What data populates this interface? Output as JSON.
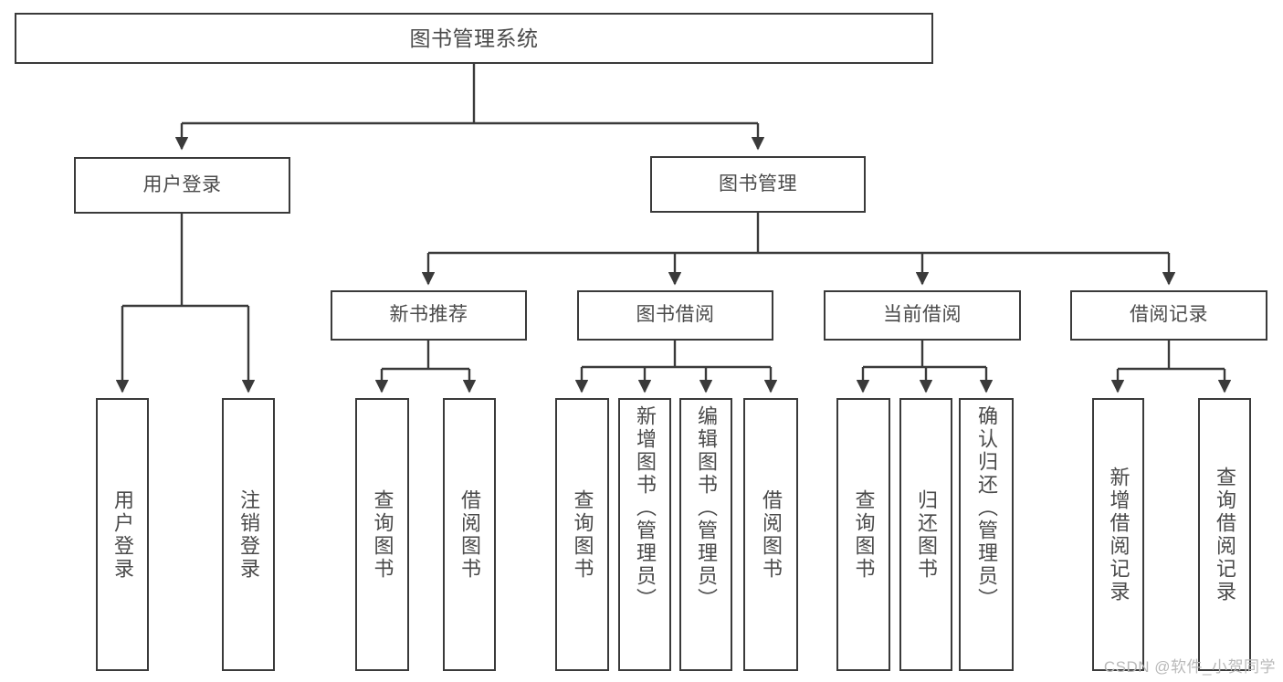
{
  "diagram": {
    "title_node": {
      "label": "图书管理系统"
    },
    "level2": [
      {
        "label": "用户登录"
      },
      {
        "label": "图书管理"
      }
    ],
    "level3": [
      {
        "label": "新书推荐"
      },
      {
        "label": "图书借阅"
      },
      {
        "label": "当前借阅"
      },
      {
        "label": "借阅记录"
      }
    ],
    "leaves": {
      "user_login": [
        {
          "label": "用户登录"
        },
        {
          "label": "注销登录"
        }
      ],
      "new_book_recommend": [
        {
          "label": "查询图书"
        },
        {
          "label": "借阅图书"
        }
      ],
      "book_borrow": [
        {
          "label": "查询图书"
        },
        {
          "label": "新增图书（管理员）"
        },
        {
          "label": "编辑图书（管理员）"
        },
        {
          "label": "借阅图书"
        }
      ],
      "current_borrow": [
        {
          "label": "查询图书"
        },
        {
          "label": "归还图书"
        },
        {
          "label": "确认归还（管理员）"
        }
      ],
      "borrow_record": [
        {
          "label": "新增借阅记录"
        },
        {
          "label": "查询借阅记录"
        }
      ]
    }
  },
  "watermark": {
    "text": "CSDN @软件_小贺同学"
  },
  "colors": {
    "stroke": "#3a3a3a",
    "text": "#4a4a4a",
    "background": "#ffffff",
    "watermark": "#b9b9b9"
  }
}
